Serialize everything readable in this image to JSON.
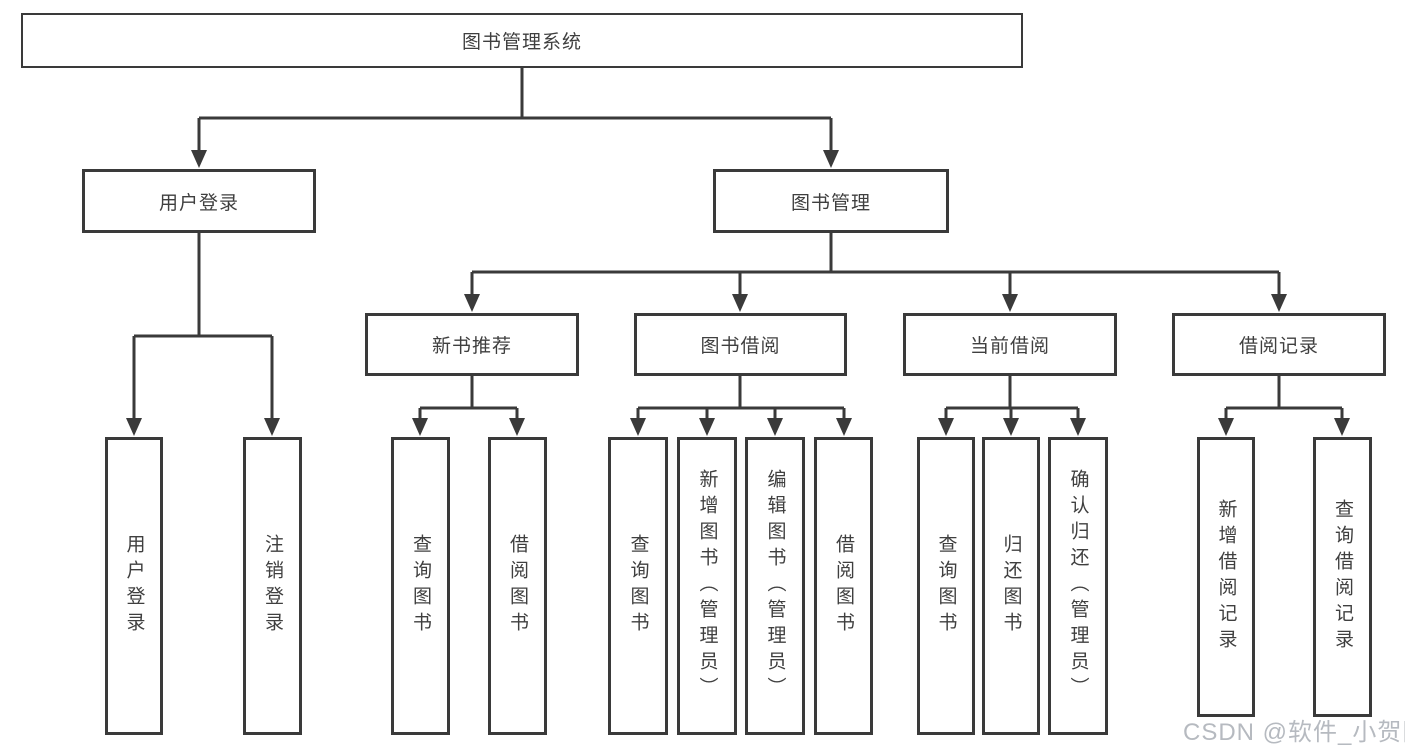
{
  "diagram": {
    "watermark": "CSDN @软件_小贺同学",
    "colors": {
      "line": "#3a3a3a",
      "text": "#3f3f3f",
      "background": "#ffffff",
      "watermark": "#b6bac0"
    },
    "nodes": {
      "root": "图书管理系统",
      "user_login": "用户登录",
      "book_mgmt": "图书管理",
      "new_book_rec": "新书推荐",
      "book_borrow": "图书借阅",
      "current_borrow": "当前借阅",
      "borrow_records": "借阅记录"
    },
    "leaves": {
      "user_login": [
        "用户登录",
        "注销登录"
      ],
      "new_book_rec": [
        "查询图书",
        "借阅图书"
      ],
      "book_borrow": [
        "查询图书",
        "新增图书（管理员）",
        "编辑图书（管理员）",
        "借阅图书"
      ],
      "current_borrow": [
        "查询图书",
        "归还图书",
        "确认归还（管理员）"
      ],
      "borrow_records": [
        "新增借阅记录",
        "查询借阅记录"
      ]
    }
  }
}
